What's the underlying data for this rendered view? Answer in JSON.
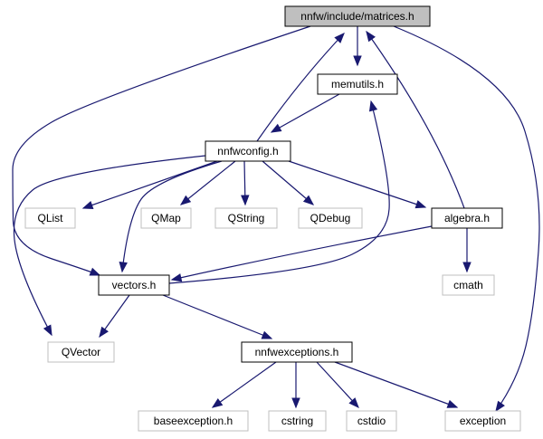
{
  "nodes": [
    {
      "id": "matrices",
      "label": "nnfw/include/matrices.h",
      "kind": "current"
    },
    {
      "id": "memutils",
      "label": "memutils.h",
      "kind": "local"
    },
    {
      "id": "nnfwconfig",
      "label": "nnfwconfig.h",
      "kind": "local"
    },
    {
      "id": "qlist",
      "label": "QList",
      "kind": "external"
    },
    {
      "id": "qmap",
      "label": "QMap",
      "kind": "external"
    },
    {
      "id": "qstring",
      "label": "QString",
      "kind": "external"
    },
    {
      "id": "qdebug",
      "label": "QDebug",
      "kind": "external"
    },
    {
      "id": "algebra",
      "label": "algebra.h",
      "kind": "local"
    },
    {
      "id": "vectors",
      "label": "vectors.h",
      "kind": "local"
    },
    {
      "id": "cmath",
      "label": "cmath",
      "kind": "external"
    },
    {
      "id": "qvector",
      "label": "QVector",
      "kind": "external"
    },
    {
      "id": "nnfwexceptions",
      "label": "nnfwexceptions.h",
      "kind": "local"
    },
    {
      "id": "baseexception",
      "label": "baseexception.h",
      "kind": "external"
    },
    {
      "id": "cstring",
      "label": "cstring",
      "kind": "external"
    },
    {
      "id": "cstdio",
      "label": "cstdio",
      "kind": "external"
    },
    {
      "id": "exception",
      "label": "exception",
      "kind": "external"
    }
  ],
  "edges": [
    {
      "from": "matrices",
      "to": "memutils"
    },
    {
      "from": "matrices",
      "to": "vectors"
    },
    {
      "from": "matrices",
      "to": "exception"
    },
    {
      "from": "memutils",
      "to": "nnfwconfig"
    },
    {
      "from": "nnfwconfig",
      "to": "matrices"
    },
    {
      "from": "nnfwconfig",
      "to": "qlist"
    },
    {
      "from": "nnfwconfig",
      "to": "qmap"
    },
    {
      "from": "nnfwconfig",
      "to": "qstring"
    },
    {
      "from": "nnfwconfig",
      "to": "qdebug"
    },
    {
      "from": "nnfwconfig",
      "to": "algebra"
    },
    {
      "from": "nnfwconfig",
      "to": "vectors"
    },
    {
      "from": "nnfwconfig",
      "to": "qvector"
    },
    {
      "from": "algebra",
      "to": "matrices"
    },
    {
      "from": "algebra",
      "to": "vectors"
    },
    {
      "from": "algebra",
      "to": "cmath"
    },
    {
      "from": "vectors",
      "to": "memutils"
    },
    {
      "from": "vectors",
      "to": "qvector"
    },
    {
      "from": "vectors",
      "to": "nnfwexceptions"
    },
    {
      "from": "nnfwexceptions",
      "to": "baseexception"
    },
    {
      "from": "nnfwexceptions",
      "to": "cstring"
    },
    {
      "from": "nnfwexceptions",
      "to": "cstdio"
    },
    {
      "from": "nnfwexceptions",
      "to": "exception"
    }
  ],
  "colors": {
    "edge": "#191970",
    "current_fill": "#bfbfbf",
    "external_border": "#bfbfbf",
    "local_border": "#000000"
  }
}
